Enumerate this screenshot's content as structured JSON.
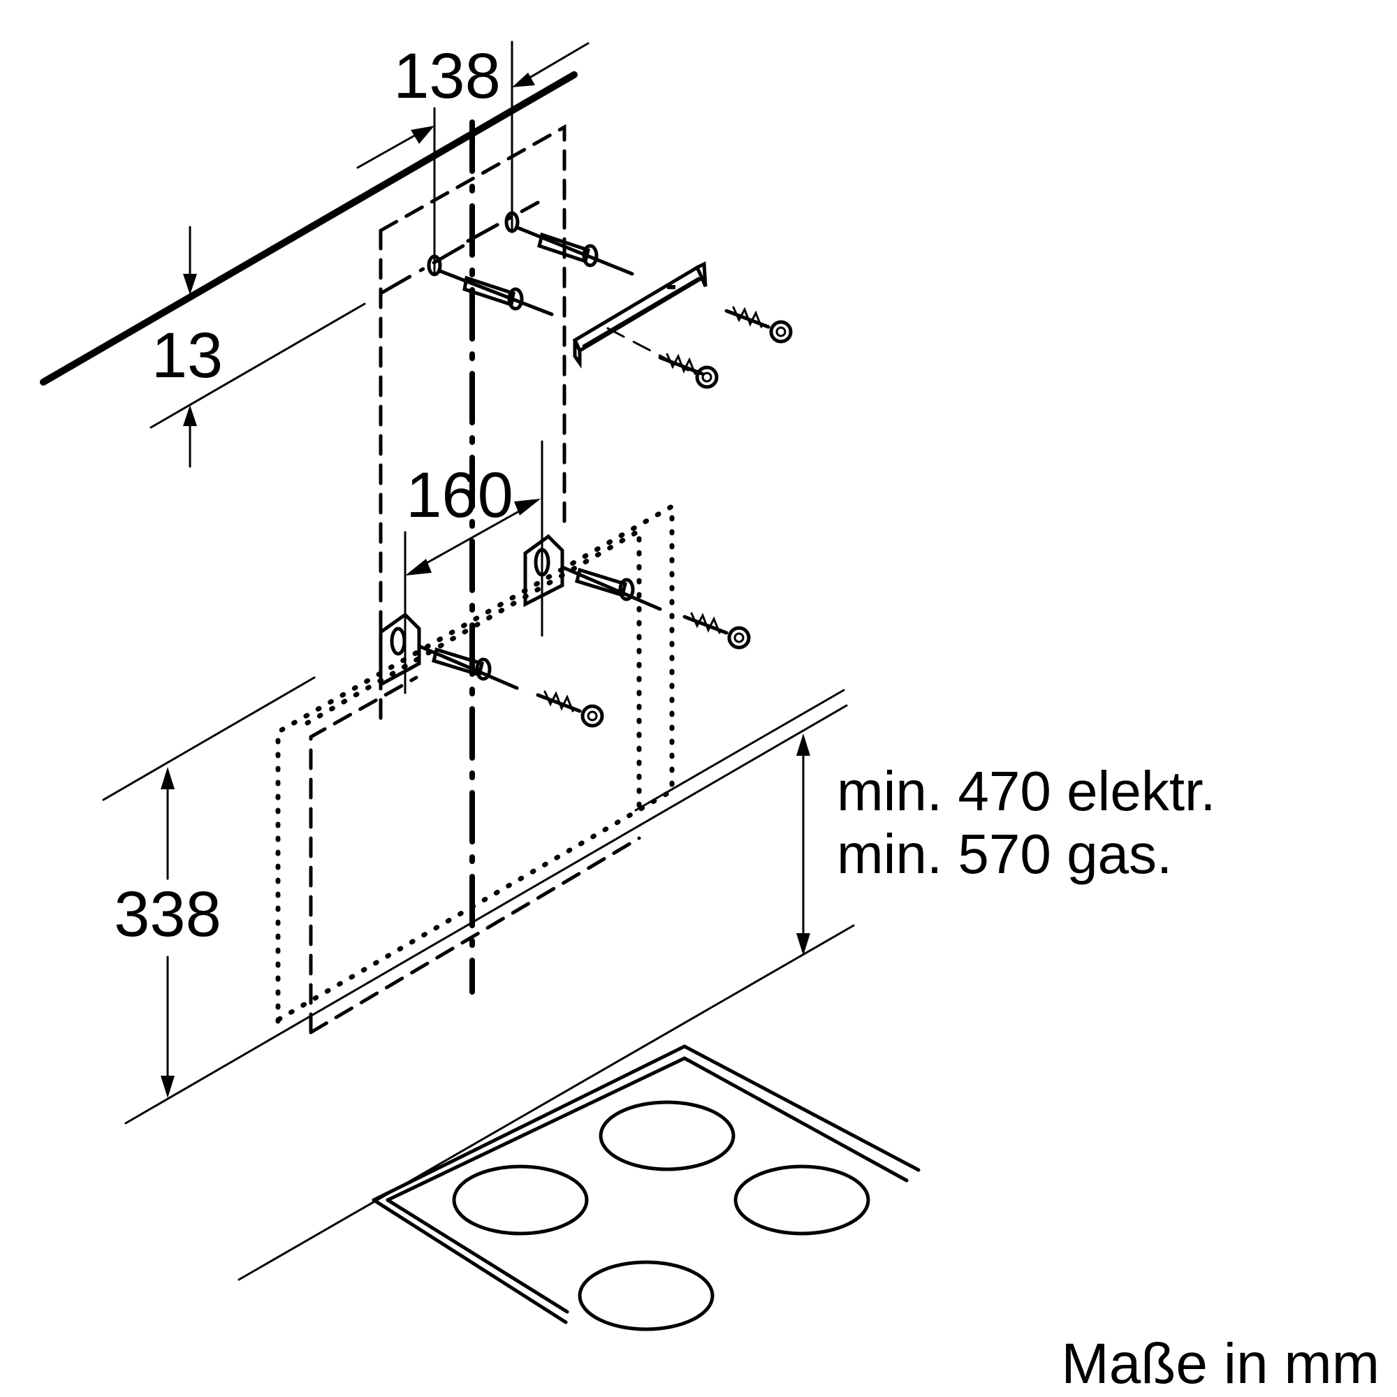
{
  "dimensions": {
    "bracket_offset": "138",
    "top_gap": "13",
    "lower_spacing": "160",
    "lower_height": "338"
  },
  "notes": {
    "min_electric": "min. 470 elektr.",
    "min_gas": "min. 570 gas."
  },
  "units_label": "Maße in mm"
}
